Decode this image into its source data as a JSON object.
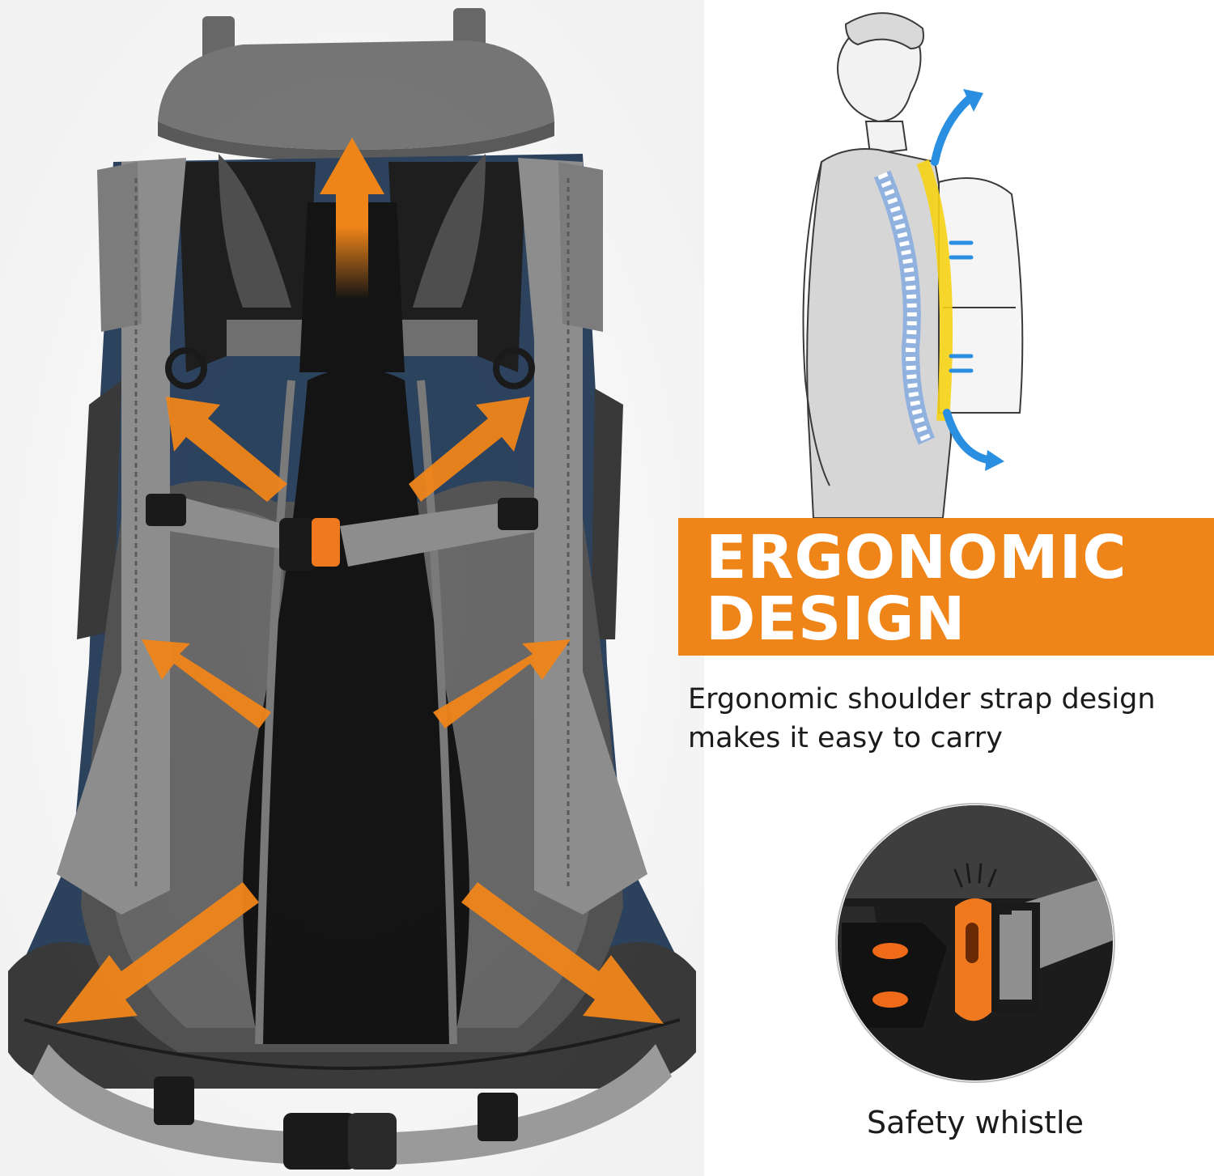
{
  "banner": {
    "title_line1": "ERGONOMIC",
    "title_line2": "DESIGN",
    "background_color": "#ef8519",
    "text_color": "#ffffff"
  },
  "description": {
    "line1": "Ergonomic shoulder strap design",
    "line2": "makes it easy to carry"
  },
  "inset": {
    "caption": "Safety whistle"
  },
  "colors": {
    "arrow_orange": "#ef8519",
    "airflow_blue": "#2a8fe0",
    "pack_navy": "#2d4460",
    "strap_gray": "#8d8d8d",
    "mesh_black": "#141414"
  },
  "icons": [
    "up-arrow-icon",
    "diagonal-arrow-icon",
    "airflow-arrow-icon",
    "whistle-sound-icon"
  ]
}
